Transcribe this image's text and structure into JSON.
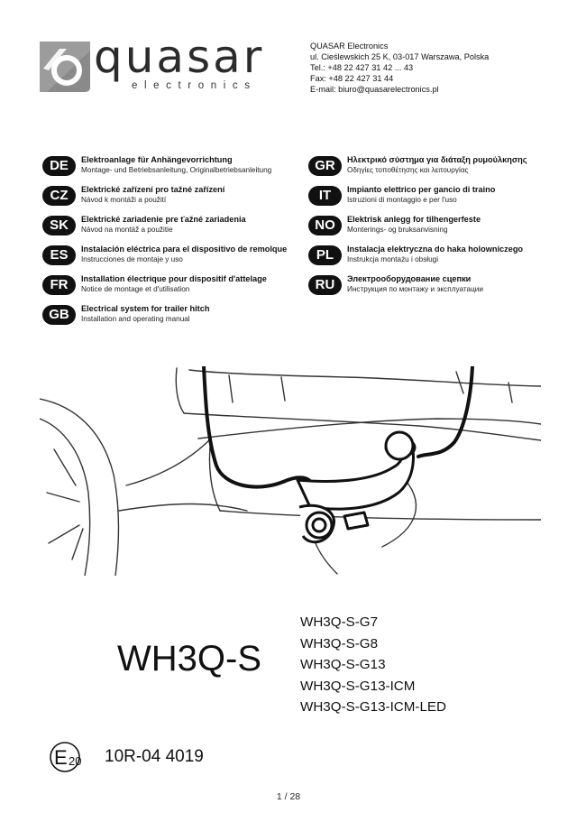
{
  "brand": {
    "name": "quasar",
    "subtitle": "electronics"
  },
  "contact": {
    "company": "QUASAR Electronics",
    "address": "ul. Cieślewskich 25 K, 03-017 Warszawa, Polska",
    "tel": "Tel.: +48 22 427 31 42 ... 43",
    "fax": "Fax: +48 22 427 31 44",
    "email": "E-mail: biuro@quasarelectronics.pl"
  },
  "languages": [
    {
      "code": "DE",
      "title": "Elektroanlage für Anhängevorrichtung",
      "subtitle": "Montage- und Betriebsanleitung, Originalbetriebsanleitung"
    },
    {
      "code": "CZ",
      "title": "Elektrické zařízení pro tažné zařízení",
      "subtitle": "Návod k montáži a použití"
    },
    {
      "code": "SK",
      "title": "Elektrické zariadenie pre ťažné zariadenia",
      "subtitle": "Návod na montáž a použitie"
    },
    {
      "code": "ES",
      "title": "Instalación eléctrica para el dispositivo de remolque",
      "subtitle": "Instrucciones de montaje y uso"
    },
    {
      "code": "FR",
      "title": "Installation électrique pour dispositif d'attelage",
      "subtitle": "Notice de montage et d'utilisation"
    },
    {
      "code": "GB",
      "title": "Electrical system for trailer hitch",
      "subtitle": "Installation and operating manual"
    },
    {
      "code": "GR",
      "title": "Ηλεκτρικό σύστημα για διάταξη ρυμούλκησης",
      "subtitle": "Οδηγίες τοποθέτησης και λειτουργίας"
    },
    {
      "code": "IT",
      "title": "Impianto elettrico per gancio di traino",
      "subtitle": "Istruzioni di montaggio e per l'uso"
    },
    {
      "code": "NO",
      "title": "Elektrisk anlegg for tilhengerfeste",
      "subtitle": "Monterings- og bruksanvisning"
    },
    {
      "code": "PL",
      "title": "Instalacja elektryczna do haka holowniczego",
      "subtitle": "Instrukcja montażu i obsługi"
    },
    {
      "code": "RU",
      "title": "Электрооборудование сцепки",
      "subtitle": "Инструкция по монтажу и эксплуатации"
    }
  ],
  "product": {
    "model": "WH3Q-S",
    "variants": [
      "WH3Q-S-G7",
      "WH3Q-S-G8",
      "WH3Q-S-G13",
      "WH3Q-S-G13-ICM",
      "WH3Q-S-G13-ICM-LED"
    ]
  },
  "approval": {
    "mark": "E20",
    "number": "10R-04 4019"
  },
  "page": "1 / 28"
}
